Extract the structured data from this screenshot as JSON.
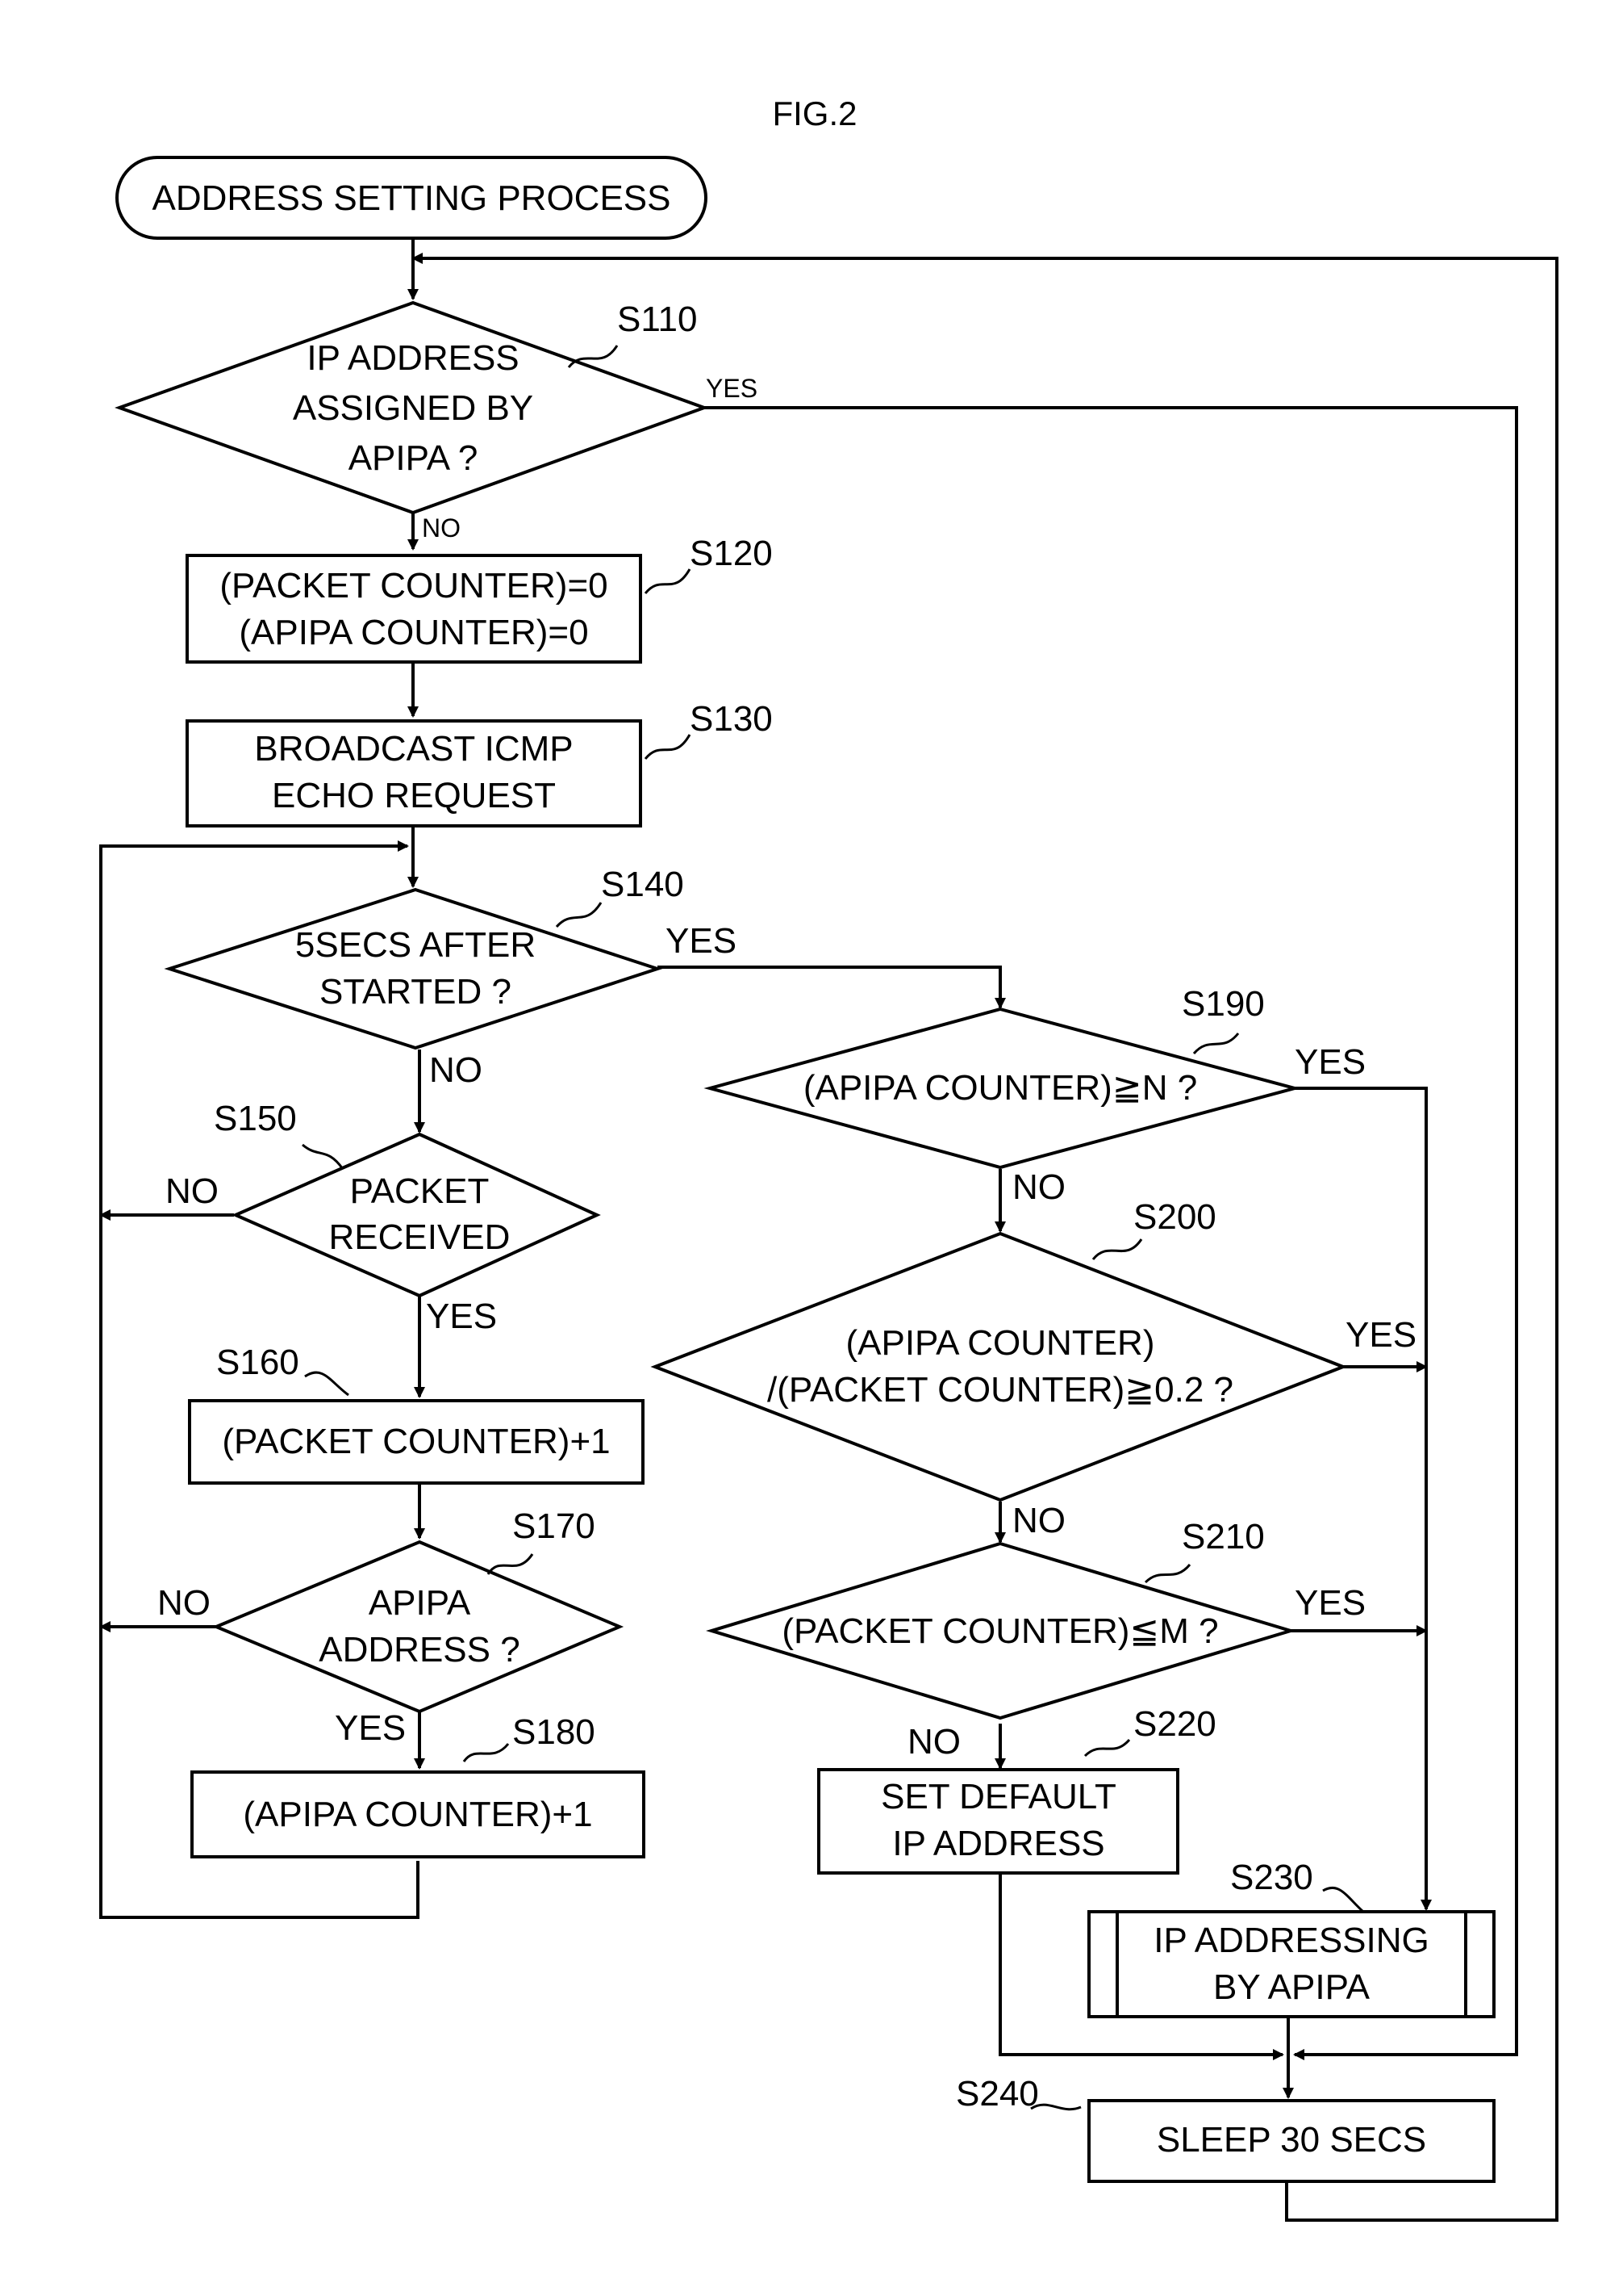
{
  "figure_label": "FIG.2",
  "start": "ADDRESS SETTING PROCESS",
  "steps": {
    "s110": {
      "id": "S110",
      "lines": [
        "IP ADDRESS",
        "ASSIGNED BY",
        "APIPA ?"
      ]
    },
    "s120": {
      "id": "S120",
      "lines": [
        "(PACKET COUNTER)=0",
        "(APIPA COUNTER)=0"
      ]
    },
    "s130": {
      "id": "S130",
      "lines": [
        "BROADCAST ICMP",
        "ECHO REQUEST"
      ]
    },
    "s140": {
      "id": "S140",
      "lines": [
        "5SECS AFTER",
        "STARTED ?"
      ]
    },
    "s150": {
      "id": "S150",
      "lines": [
        "PACKET",
        "RECEIVED"
      ]
    },
    "s160": {
      "id": "S160",
      "lines": [
        "(PACKET COUNTER)+1"
      ]
    },
    "s170": {
      "id": "S170",
      "lines": [
        "APIPA",
        "ADDRESS ?"
      ]
    },
    "s180": {
      "id": "S180",
      "lines": [
        "(APIPA COUNTER)+1"
      ]
    },
    "s190": {
      "id": "S190",
      "lines": [
        "(APIPA COUNTER)≧N ?"
      ]
    },
    "s200": {
      "id": "S200",
      "lines": [
        "(APIPA COUNTER)",
        "/(PACKET COUNTER)≧0.2 ?"
      ]
    },
    "s210": {
      "id": "S210",
      "lines": [
        "(PACKET COUNTER)≦M ?"
      ]
    },
    "s220": {
      "id": "S220",
      "lines": [
        "SET DEFAULT",
        "IP ADDRESS"
      ]
    },
    "s230": {
      "id": "S230",
      "lines": [
        "IP ADDRESSING",
        "BY APIPA"
      ]
    },
    "s240": {
      "id": "S240",
      "lines": [
        "SLEEP 30 SECS"
      ]
    }
  },
  "branch_labels": {
    "yes": "YES",
    "no": "NO"
  }
}
